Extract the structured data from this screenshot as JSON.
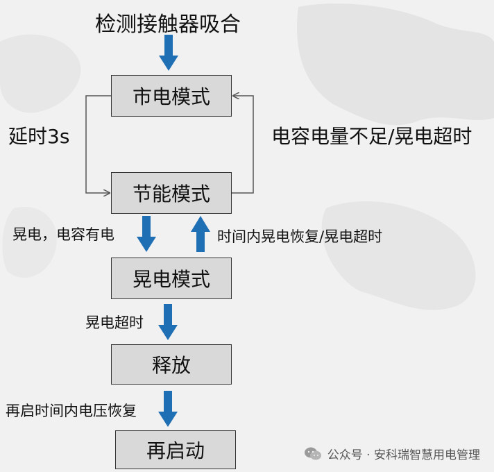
{
  "diagram": {
    "start_label": "检测接触器吸合",
    "states": {
      "mains_mode": "市电模式",
      "energy_saving_mode": "节能模式",
      "voltage_dip_mode": "晃电模式",
      "release": "释放",
      "restart": "再启动"
    },
    "transitions": {
      "delay_3s": "延时3s",
      "capacitor_low_or_dip_timeout": "电容电量不足/晃电超时",
      "dip_capacitor_charged": "晃电，电容有电",
      "dip_recovered_or_timeout": "时间内晃电恢复/晃电超时",
      "dip_timeout": "晃电超时",
      "voltage_restored_in_time": "再启时间内电压恢复"
    },
    "colors": {
      "arrow_blue": "#1f6fb5",
      "box_fill": "#d9d9d9",
      "box_border": "#333333",
      "connector_line": "#555555"
    }
  },
  "watermark": {
    "icon": "wechat-icon",
    "text": "公众号 · 安科瑞智慧用电管理"
  }
}
